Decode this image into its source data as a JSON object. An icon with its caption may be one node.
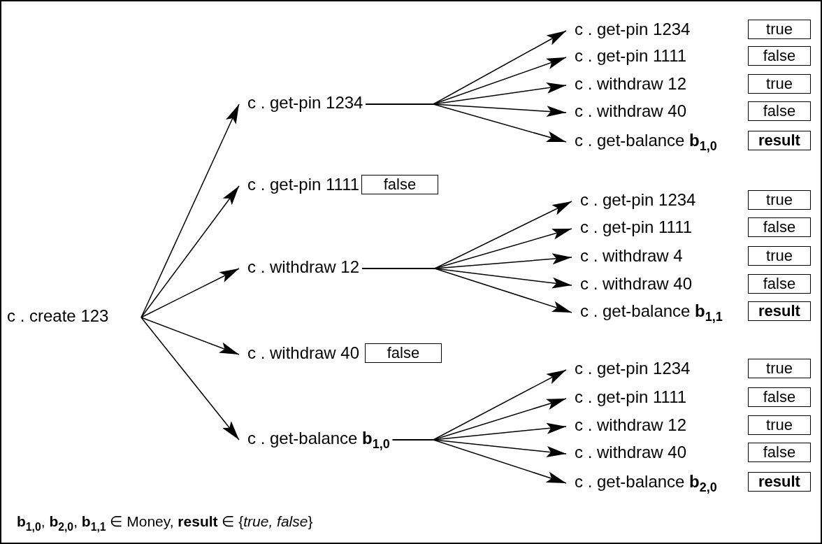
{
  "diagram": {
    "nodes": [
      {
        "text": [
          "c . create 123"
        ]
      },
      {
        "text": [
          "c . get-pin 1234"
        ]
      },
      {
        "text": [
          "c . get-pin 1111"
        ]
      },
      {
        "text": [
          "false"
        ]
      },
      {
        "text": [
          "c . withdraw 12"
        ]
      },
      {
        "text": [
          "c . withdraw 40"
        ]
      },
      {
        "text": [
          "false"
        ]
      },
      {
        "text": [
          "c . get-balance **b**$_{1,0}$"
        ]
      },
      {
        "text": [
          "c . get-pin 1234"
        ]
      },
      {
        "text": [
          "true"
        ]
      },
      {
        "text": [
          "c . get-pin 1111"
        ]
      },
      {
        "text": [
          "false"
        ]
      },
      {
        "text": [
          "c . withdraw 12"
        ]
      },
      {
        "text": [
          "true"
        ]
      },
      {
        "text": [
          "c . withdraw 40"
        ]
      },
      {
        "text": [
          "false"
        ]
      },
      {
        "text": [
          "c . get-balance **b**$_{1,0}$"
        ]
      },
      {
        "text": [
          "result"
        ]
      },
      {
        "text": [
          "c . get-pin 1234"
        ]
      },
      {
        "text": [
          "true"
        ]
      },
      {
        "text": [
          "c . get-pin 1111"
        ]
      },
      {
        "text": [
          "false"
        ]
      },
      {
        "text": [
          "c . withdraw 4"
        ]
      },
      {
        "text": [
          "true"
        ]
      },
      {
        "text": [
          "c . withdraw 40"
        ]
      },
      {
        "text": [
          "false"
        ]
      },
      {
        "text": [
          "c . get-balance **b**$_{1,1}$"
        ]
      },
      {
        "text": [
          "result"
        ]
      },
      {
        "text": [
          "c . get-pin 1234"
        ]
      },
      {
        "text": [
          "true"
        ]
      },
      {
        "text": [
          "c . get-pin 1111"
        ]
      },
      {
        "text": [
          "false"
        ]
      },
      {
        "text": [
          "c . withdraw 12"
        ]
      },
      {
        "text": [
          "true"
        ]
      },
      {
        "text": [
          "c . withdraw 40"
        ]
      },
      {
        "text": [
          "false"
        ]
      },
      {
        "text": [
          "c . get-balance **b**$_{2,0}$"
        ]
      },
      {
        "text": [
          "result"
        ]
      }
    ],
    "edges": [
      {
        "from": 0,
        "to": 1,
        "arrow": "to"
      },
      {
        "from": 0,
        "to": 2,
        "arrow": "to"
      },
      {
        "from": 0,
        "to": 4,
        "arrow": "to"
      },
      {
        "from": 0,
        "to": 5,
        "arrow": "to"
      },
      {
        "from": 0,
        "to": 7,
        "arrow": "to"
      },
      {
        "from": 1,
        "to": 8,
        "arrow": "to"
      },
      {
        "from": 1,
        "to": 10,
        "arrow": "to"
      },
      {
        "from": 1,
        "to": 12,
        "arrow": "to"
      },
      {
        "from": 1,
        "to": 14,
        "arrow": "to"
      },
      {
        "from": 1,
        "to": 16,
        "arrow": "to"
      },
      {
        "from": 4,
        "to": 18,
        "arrow": "to"
      },
      {
        "from": 4,
        "to": 20,
        "arrow": "to"
      },
      {
        "from": 4,
        "to": 22,
        "arrow": "to"
      },
      {
        "from": 4,
        "to": 24,
        "arrow": "to"
      },
      {
        "from": 4,
        "to": 26,
        "arrow": "to"
      },
      {
        "from": 7,
        "to": 28,
        "arrow": "to"
      },
      {
        "from": 7,
        "to": 30,
        "arrow": "to"
      },
      {
        "from": 7,
        "to": 32,
        "arrow": "to"
      },
      {
        "from": 7,
        "to": 34,
        "arrow": "to"
      },
      {
        "from": 7,
        "to": 36,
        "arrow": "to"
      }
    ],
    "labels": [
      "**b**$_{1,0}$, **b**$_{2,0}$, **b**$_{1,1}$ ∈ Money, **result** ∈ {*true, false*}"
    ]
  }
}
